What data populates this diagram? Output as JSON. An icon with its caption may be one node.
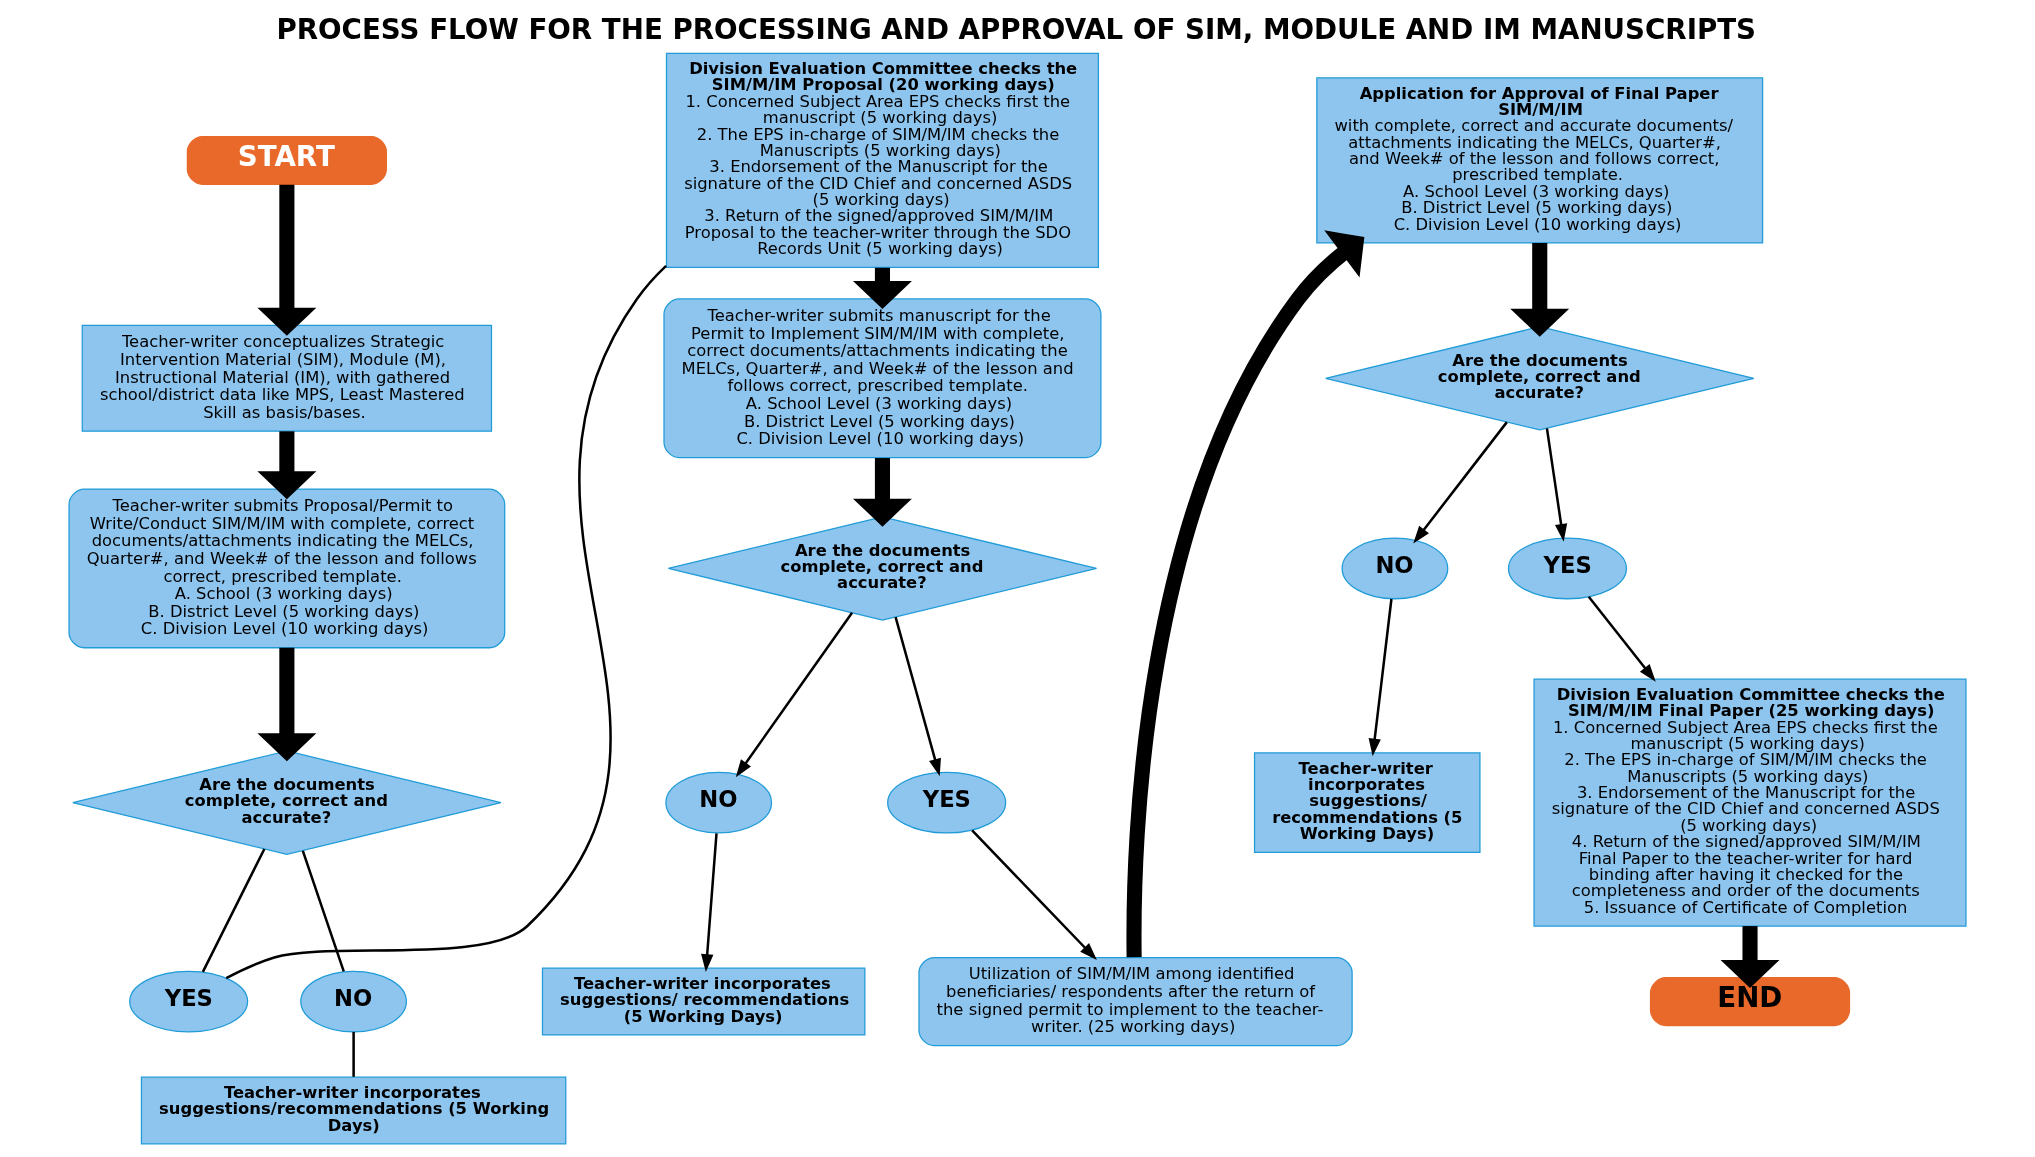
{
  "diagram": {
    "title": "PROCESS FLOW FOR THE PROCESSING AND APPROVAL OF SIM, MODULE AND IM MANUSCRIPTS",
    "nodes": [
      {
        "text": [
          "START"
        ]
      },
      {
        "text": [
          "Teacher-writer conceptualizes Strategic Intervention Material (SIM), Module (M), Instructional Material (IM), with gathered school/district data like MPS, Least Mastered Skill as basis/bases."
        ]
      },
      {
        "text": [
          "Teacher-writer submits Proposal/Permit to Write/Conduct SIM/M/IM with complete, correct documents/attachments indicating the MELCs, Quarter#, and Week# of the lesson and follows correct, prescribed template.",
          "A. School (3 working days)",
          "B. District Level (5 working days)",
          "C. Division Level (10 working days)"
        ]
      },
      {
        "text": [
          "Are the documents complete, correct and accurate?"
        ]
      },
      {
        "text": [
          "YES"
        ]
      },
      {
        "text": [
          "NO"
        ]
      },
      {
        "text": [
          "Teacher-writer incorporates suggestions/recommendations (5 Working Days)"
        ]
      },
      {
        "text": [
          "Division Evaluation Committee checks the SIM/M/IM Proposal (20 working days)",
          "1. Concerned Subject Area EPS checks first the manuscript (5 working days)",
          "2. The EPS in-charge of SIM/M/IM checks the Manuscripts (5 working days)",
          "3. Endorsement of the Manuscript for the signature of the CID Chief and concerned ASDS (5 working days)",
          "3. Return of the signed/approved SIM/M/IM Proposal to the teacher-writer through the SDO Records Unit (5 working days)"
        ]
      },
      {
        "text": [
          "Teacher-writer submits manuscript for the Permit to Implement SIM/M/IM with complete, correct documents/attachments indicating the MELCs, Quarter#, and Week# of the lesson and follows correct, prescribed template.",
          "A. School Level (3 working days)",
          "B. District Level (5 working days)",
          "C. Division Level (10 working days)"
        ]
      },
      {
        "text": [
          "Are the documents complete, correct and accurate?"
        ]
      },
      {
        "text": [
          "NO"
        ]
      },
      {
        "text": [
          "YES"
        ]
      },
      {
        "text": [
          "Teacher-writer incorporates suggestions/ recommendations (5 Working Days)"
        ]
      },
      {
        "text": [
          "Utilization of SIM/M/IM among identified beneficiaries/ respondents after the return of the signed permit to implement to the teacher-writer. (25 working days)"
        ]
      },
      {
        "text": [
          "Application for Approval of Final Paper SIM/M/IM",
          "with complete, correct and accurate documents/ attachments indicating the MELCs, Quarter#, and Week# of the lesson and follows correct, prescribed template.",
          "A. School Level (3 working days)",
          "B. District Level (5 working days)",
          "C. Division Level (10 working days)"
        ]
      },
      {
        "text": [
          "Are the documents complete, correct and accurate?"
        ]
      },
      {
        "text": [
          "NO"
        ]
      },
      {
        "text": [
          "YES"
        ]
      },
      {
        "text": [
          "Teacher-writer incorporates suggestions/ recommendations (5 Working Days)"
        ]
      },
      {
        "text": [
          "Division Evaluation Committee checks the SIM/M/IM Final Paper (25 working days)",
          "1. Concerned Subject Area EPS checks first the manuscript (5 working days)",
          "2. The EPS in-charge of SIM/M/IM checks the Manuscripts (5 working days)",
          "3. Endorsement of the Manuscript for the signature of the CID Chief and concerned ASDS (5 working days)",
          "4. Return of the signed/approved SIM/M/IM Final Paper to the teacher-writer for hard binding after having it checked for the completeness and order of the documents",
          "5. Issuance of Certificate of Completion"
        ]
      },
      {
        "text": [
          "END"
        ]
      }
    ],
    "edges": [
      {
        "from": 0,
        "to": 1,
        "arrow": "to",
        "style": "thick"
      },
      {
        "from": 1,
        "to": 2,
        "arrow": "to",
        "style": "thick"
      },
      {
        "from": 2,
        "to": 3,
        "arrow": "to",
        "style": "thick"
      },
      {
        "from": 3,
        "to": 4,
        "arrow": "none"
      },
      {
        "from": 4,
        "to": 7,
        "arrow": "none"
      },
      {
        "from": 3,
        "to": 5,
        "arrow": "none"
      },
      {
        "from": 5,
        "to": 6,
        "arrow": "none"
      },
      {
        "from": 7,
        "to": 8,
        "arrow": "to",
        "style": "thick"
      },
      {
        "from": 8,
        "to": 9,
        "arrow": "to",
        "style": "thick"
      },
      {
        "from": 9,
        "to": 10,
        "arrow": "to"
      },
      {
        "from": 10,
        "to": 12,
        "arrow": "to"
      },
      {
        "from": 9,
        "to": 11,
        "arrow": "to"
      },
      {
        "from": 11,
        "to": 13,
        "arrow": "to"
      },
      {
        "from": 13,
        "to": 14,
        "arrow": "to",
        "style": "thick"
      },
      {
        "from": 14,
        "to": 15,
        "arrow": "to",
        "style": "thick"
      },
      {
        "from": 15,
        "to": 16,
        "arrow": "to"
      },
      {
        "from": 16,
        "to": 18,
        "arrow": "to"
      },
      {
        "from": 15,
        "to": 17,
        "arrow": "to"
      },
      {
        "from": 17,
        "to": 19,
        "arrow": "to"
      },
      {
        "from": 19,
        "to": 20,
        "arrow": "to",
        "style": "thick"
      }
    ]
  }
}
